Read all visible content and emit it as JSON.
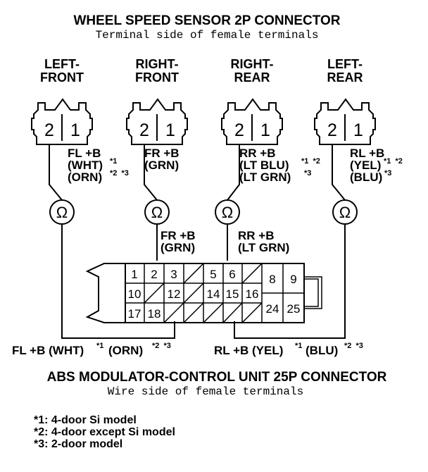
{
  "title": "WHEEL SPEED SENSOR 2P CONNECTOR",
  "subtitle": "Terminal side of female terminals",
  "sensors": [
    {
      "pos_line1": "LEFT-",
      "pos_line2": "FRONT",
      "pin_a": "2",
      "pin_b": "1",
      "wire_line1": "FL +B",
      "wire_line2": "(WHT)",
      "wire_line2_sup": "*1",
      "wire_line3": "(ORN)",
      "wire_line3_sup": "*2  *3"
    },
    {
      "pos_line1": "RIGHT-",
      "pos_line2": "FRONT",
      "pin_a": "2",
      "pin_b": "1",
      "wire_line1": "FR +B",
      "wire_line2": "(GRN)"
    },
    {
      "pos_line1": "RIGHT-",
      "pos_line2": "REAR",
      "pin_a": "2",
      "pin_b": "1",
      "wire_line1": "RR +B",
      "wire_line2": "(LT BLU)",
      "wire_line2_sup": "*1  *2",
      "wire_line3": "(LT GRN)",
      "wire_line3_sup": "*3"
    },
    {
      "pos_line1": "LEFT-",
      "pos_line2": "REAR",
      "pin_a": "2",
      "pin_b": "1",
      "wire_line1": "RL +B",
      "wire_line2": "(YEL)",
      "wire_line2_sup": "*1  *2",
      "wire_line3": "(BLU)",
      "wire_line3_sup": "*3"
    }
  ],
  "ohm_symbol": "Ω",
  "mid_labels": {
    "fr_line1": "FR +B",
    "fr_line2": "(GRN)",
    "rr_line1": "RR +B",
    "rr_line2": "(LT GRN)"
  },
  "connector_25p": {
    "terminals": {
      "t1": "1",
      "t2": "2",
      "t3": "3",
      "t5": "5",
      "t6": "6",
      "t8": "8",
      "t9": "9",
      "t10": "10",
      "t12": "12",
      "t14": "14",
      "t15": "15",
      "t16": "16",
      "t17": "17",
      "t18": "18",
      "t24": "24",
      "t25": "25"
    }
  },
  "bottom_labels": {
    "fl_text": "FL +B (WHT)",
    "fl_sup1": "*1",
    "fl_text2": "(ORN)",
    "fl_sup2": "*2  *3",
    "rl_text": "RL +B (YEL)",
    "rl_sup1": "*1",
    "rl_text2": "(BLU)",
    "rl_sup2": "*2  *3"
  },
  "unit_title": "ABS MODULATOR-CONTROL UNIT 25P CONNECTOR",
  "unit_subtitle": "Wire side of female terminals",
  "notes": [
    "*1: 4-door Si model",
    "*2: 4-door except Si model",
    "*3: 2-door model"
  ]
}
